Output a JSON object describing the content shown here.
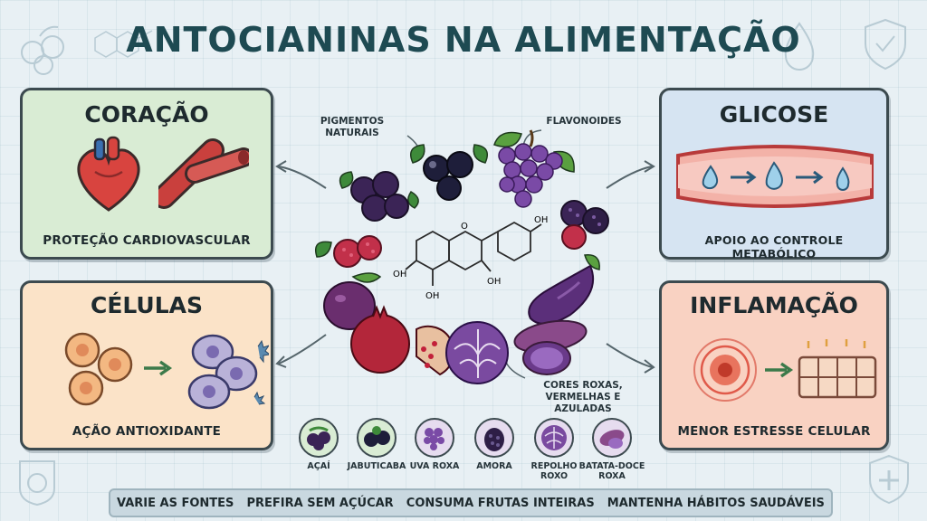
{
  "title": "ANTOCIANINAS NA ALIMENTAÇÃO",
  "cards": {
    "heart": {
      "title": "CORAÇÃO",
      "caption": "PROTEÇÃO CARDIOVASCULAR",
      "color": "#d9ecd4"
    },
    "glucose": {
      "title": "GLICOSE",
      "caption": "APOIO AO CONTROLE METABÓLICO",
      "color": "#d6e4f2"
    },
    "cells": {
      "title": "CÉLULAS",
      "caption": "AÇÃO ANTIOXIDANTE",
      "color": "#fbe3c8"
    },
    "inflammation": {
      "title": "INFLAMAÇÃO",
      "caption": "MENOR ESTRESSE CELULAR",
      "color": "#f9d2c2"
    }
  },
  "center": {
    "label_pigments": "PIGMENTOS NATURAIS",
    "label_flavonoids": "FLAVONOIDES",
    "label_colors": "CORES ROXAS, VERMELHAS E AZULADAS",
    "molecule": {
      "oh": "OH",
      "o": "O"
    }
  },
  "foods": [
    {
      "name": "AÇAÍ",
      "icon": "acai-icon"
    },
    {
      "name": "JABUTICABA",
      "icon": "jabuticaba-icon"
    },
    {
      "name": "UVA ROXA",
      "icon": "grape-icon"
    },
    {
      "name": "AMORA",
      "icon": "blackberry-icon"
    },
    {
      "name": "REPOLHO ROXO",
      "icon": "cabbage-icon"
    },
    {
      "name": "BATATA-DOCE ROXA",
      "icon": "sweet-potato-icon"
    }
  ],
  "tips": [
    "VARIE AS FONTES",
    "PREFIRA SEM AÇÚCAR",
    "CONSUMA FRUTAS INTEIRAS",
    "MANTENHA HÁBITOS SAUDÁVEIS"
  ],
  "colors": {
    "title": "#1e4a52",
    "purple": "#5b2f7a",
    "red": "#b3263a",
    "border": "#3c4a4f"
  }
}
